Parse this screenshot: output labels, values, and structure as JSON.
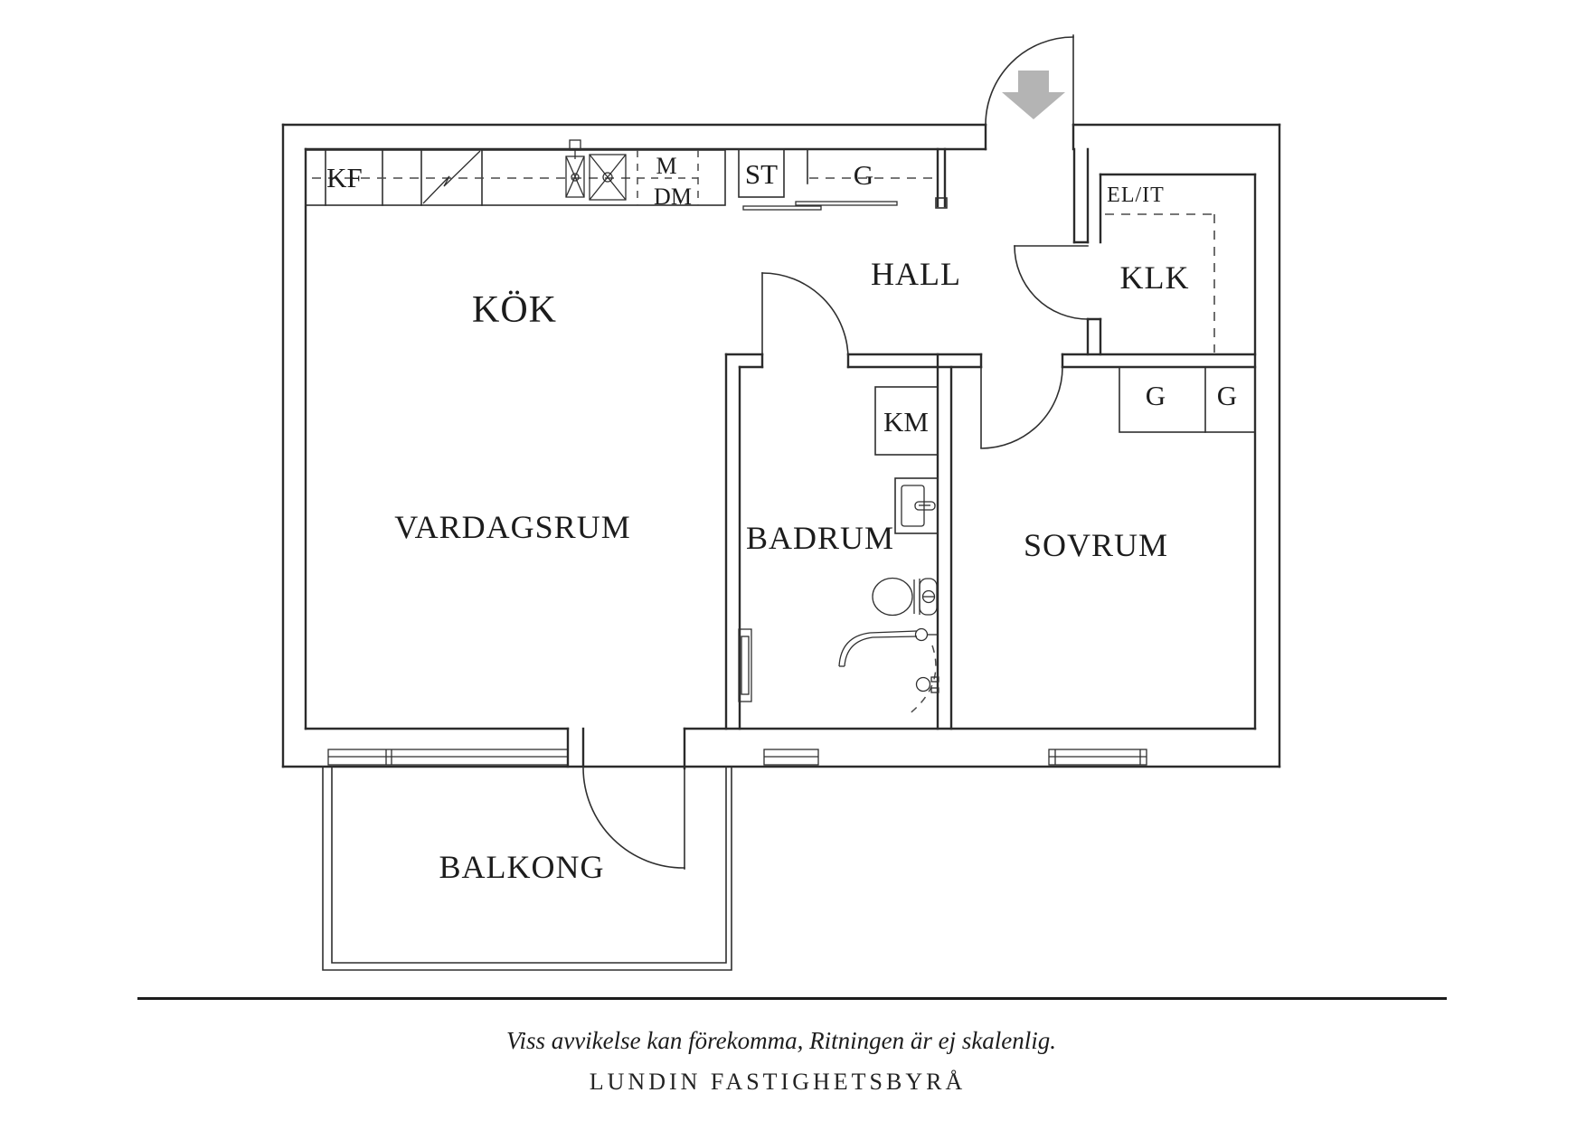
{
  "plan": {
    "rooms": {
      "kok": "KÖK",
      "vardagsrum": "VARDAGSRUM",
      "hall": "HALL",
      "klk": "KLK",
      "badrum": "BADRUM",
      "sovrum": "SOVRUM",
      "balkong": "BALKONG"
    },
    "labels": {
      "kf": "KF",
      "m": "M",
      "dm": "DM",
      "st": "ST",
      "g_hall": "G",
      "el_it": "EL/IT",
      "km": "KM",
      "g_bedroom_1": "G",
      "g_bedroom_2": "G"
    },
    "colors": {
      "line": "#2b2b2b",
      "entry_arrow": "#b4b4b4",
      "background": "#ffffff"
    }
  },
  "footer": {
    "disclaimer": "Viss avvikelse kan förekomma, Ritningen är ej skalenlig.",
    "brand": "LUNDIN FASTIGHETSBYRÅ"
  }
}
